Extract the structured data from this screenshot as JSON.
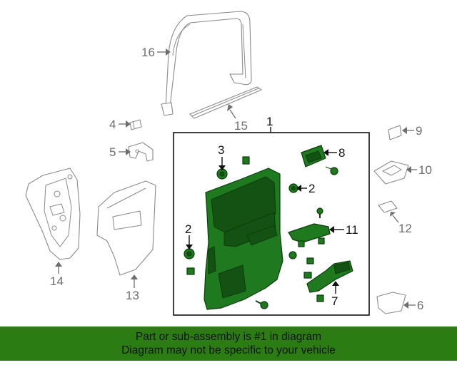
{
  "callouts": {
    "c1": "1",
    "c2a": "2",
    "c2b": "2",
    "c3": "3",
    "c4": "4",
    "c5": "5",
    "c6": "6",
    "c7": "7",
    "c8": "8",
    "c9": "9",
    "c10": "10",
    "c11": "11",
    "c12": "12",
    "c13": "13",
    "c14": "14",
    "c15": "15",
    "c16": "16"
  },
  "banner": {
    "line1": "Part or sub-assembly is #1 in diagram",
    "line2": "Diagram may not be specific to your vehicle"
  },
  "colors": {
    "highlight_part": "#1f7a1f",
    "banner_background": "#2b7d13",
    "unhighlighted_part_outline": "#8a8a8a"
  }
}
